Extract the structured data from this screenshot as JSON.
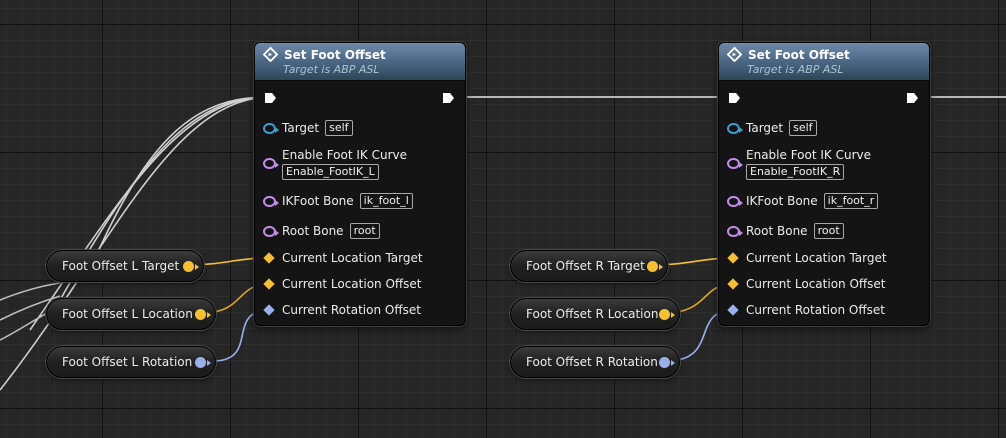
{
  "colors": {
    "vector_pin": "#f5c12e",
    "rotator_pin": "#9ab0ec",
    "object_pin": "#3aa0d8",
    "name_pin": "#c58cf0",
    "exec_wire": "#e6e6e6",
    "header": "#4e6a88"
  },
  "nodes": [
    {
      "title": "Set Foot Offset",
      "subtitle": "Target is ABP ASL",
      "icon": "function-icon",
      "pins": {
        "target_label": "Target",
        "target_value": "self",
        "curve_label": "Enable Foot IK Curve",
        "curve_value": "Enable_FootIK_L",
        "ikbone_label": "IKFoot Bone",
        "ikbone_value": "ik_foot_l",
        "rootbone_label": "Root Bone",
        "rootbone_value": "root",
        "loc_target_label": "Current Location Target",
        "loc_offset_label": "Current Location Offset",
        "rot_offset_label": "Current Rotation Offset"
      }
    },
    {
      "title": "Set Foot Offset",
      "subtitle": "Target is ABP ASL",
      "icon": "function-icon",
      "pins": {
        "target_label": "Target",
        "target_value": "self",
        "curve_label": "Enable Foot IK Curve",
        "curve_value": "Enable_FootIK_R",
        "ikbone_label": "IKFoot Bone",
        "ikbone_value": "ik_foot_r",
        "rootbone_label": "Root Bone",
        "rootbone_value": "root",
        "loc_target_label": "Current Location Target",
        "loc_offset_label": "Current Location Offset",
        "rot_offset_label": "Current Rotation Offset"
      }
    }
  ],
  "variables": [
    {
      "label": "Foot Offset L Target",
      "type": "vector"
    },
    {
      "label": "Foot Offset L Location",
      "type": "vector"
    },
    {
      "label": "Foot Offset L Rotation",
      "type": "rotator"
    },
    {
      "label": "Foot Offset R Target",
      "type": "vector"
    },
    {
      "label": "Foot Offset R Location",
      "type": "vector"
    },
    {
      "label": "Foot Offset R Rotation",
      "type": "rotator"
    }
  ]
}
